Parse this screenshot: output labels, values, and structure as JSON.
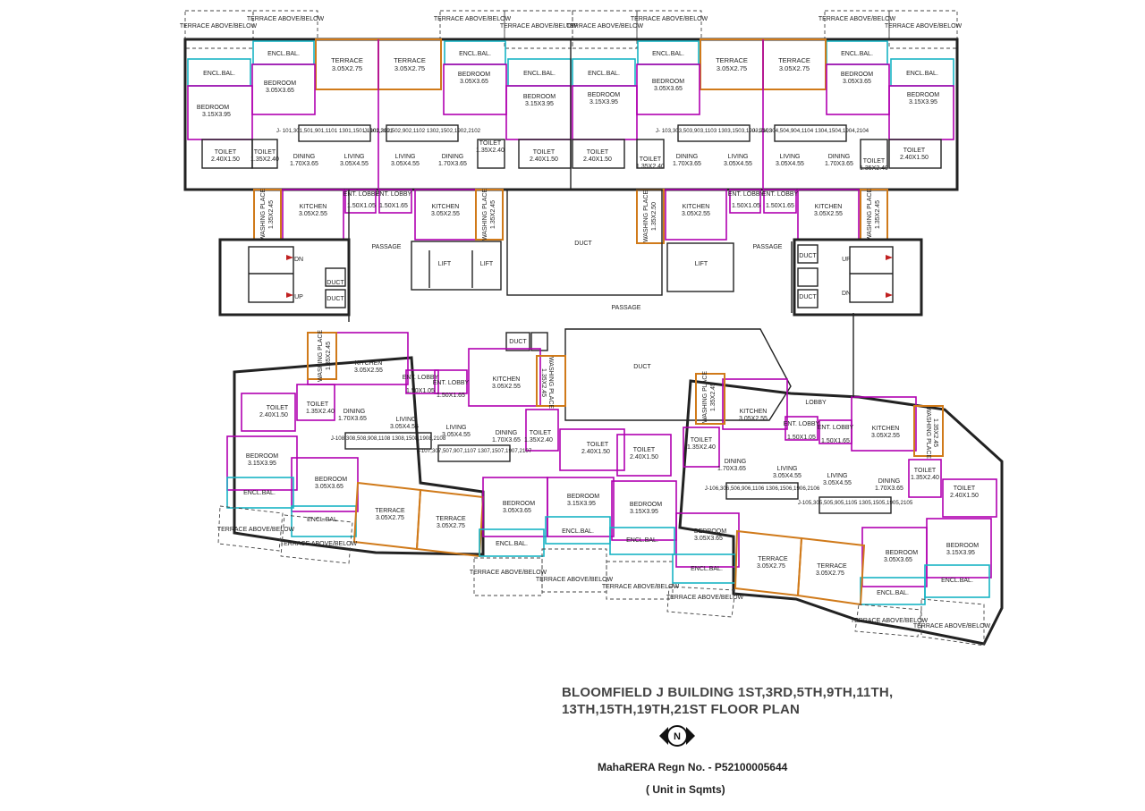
{
  "title": {
    "line1": "BLOOMFIELD J BUILDING 1ST,3RD,5TH,9TH,11TH,",
    "line2": "13TH,15TH,19TH,21ST FLOOR PLAN"
  },
  "compass_label": "N",
  "regn": "MahaRERA Regn No. - P52100005644",
  "unit": "( Unit in Sqmts)",
  "labels": {
    "terrace_above_below": "TERRACE ABOVE/BELOW",
    "terrace": "TERRACE",
    "encl_bal": "ENCL.BAL.",
    "bedroom": "BEDROOM",
    "toilet": "TOILET",
    "dining": "DINING",
    "living": "LIVING",
    "kitchen": "KITCHEN",
    "washing_place": "WASHING PLACE",
    "ent_lobby": "ENT. LOBBY",
    "passage": "PASSAGE",
    "duct": "DUCT",
    "lift": "LIFT",
    "lobby": "LOBBY",
    "up": "UP",
    "dn": "DN"
  },
  "dims": {
    "terrace": "3.05X2.75",
    "bed_a": "3.05X3.65",
    "bed_b": "3.15X3.95",
    "toilet_a": "2.40X1.50",
    "toilet_b": "1.35X2.40",
    "dining": "1.70X3.65",
    "living": "3.05X4.55",
    "kitchen": "3.05X2.55",
    "washing": "1.35X2.45",
    "washing_b": "1.35X2.50",
    "ent_lobby": "1.50X1.05",
    "ent_lobby_b": "1.50X1.65"
  },
  "flats": [
    "J- 101,301,501,901,1101 1301,1501,1901,2101",
    "J- 102,302,502,902,1102 1302,1502,1902,2102",
    "J- 103,303,503,903,1103 1303,1503,1903,2103",
    "J- 104,304,504,904,1104 1304,1504,1904,2104",
    "J-105,305,505,905,1105 1305,1505,1905,2105",
    "J-106,306,506,906,1106 1306,1506,1906,2106",
    "J-107,307,507,907,1107 1307,1507,1907,2107",
    "J-108,308,508,908,1108 1308,1508,1908,2108"
  ],
  "colors": {
    "wall": "#222222",
    "bedroom": "#b000b0",
    "terrace": "#d07a1a",
    "balcony": "#18b4c4",
    "door": "#c02020"
  }
}
